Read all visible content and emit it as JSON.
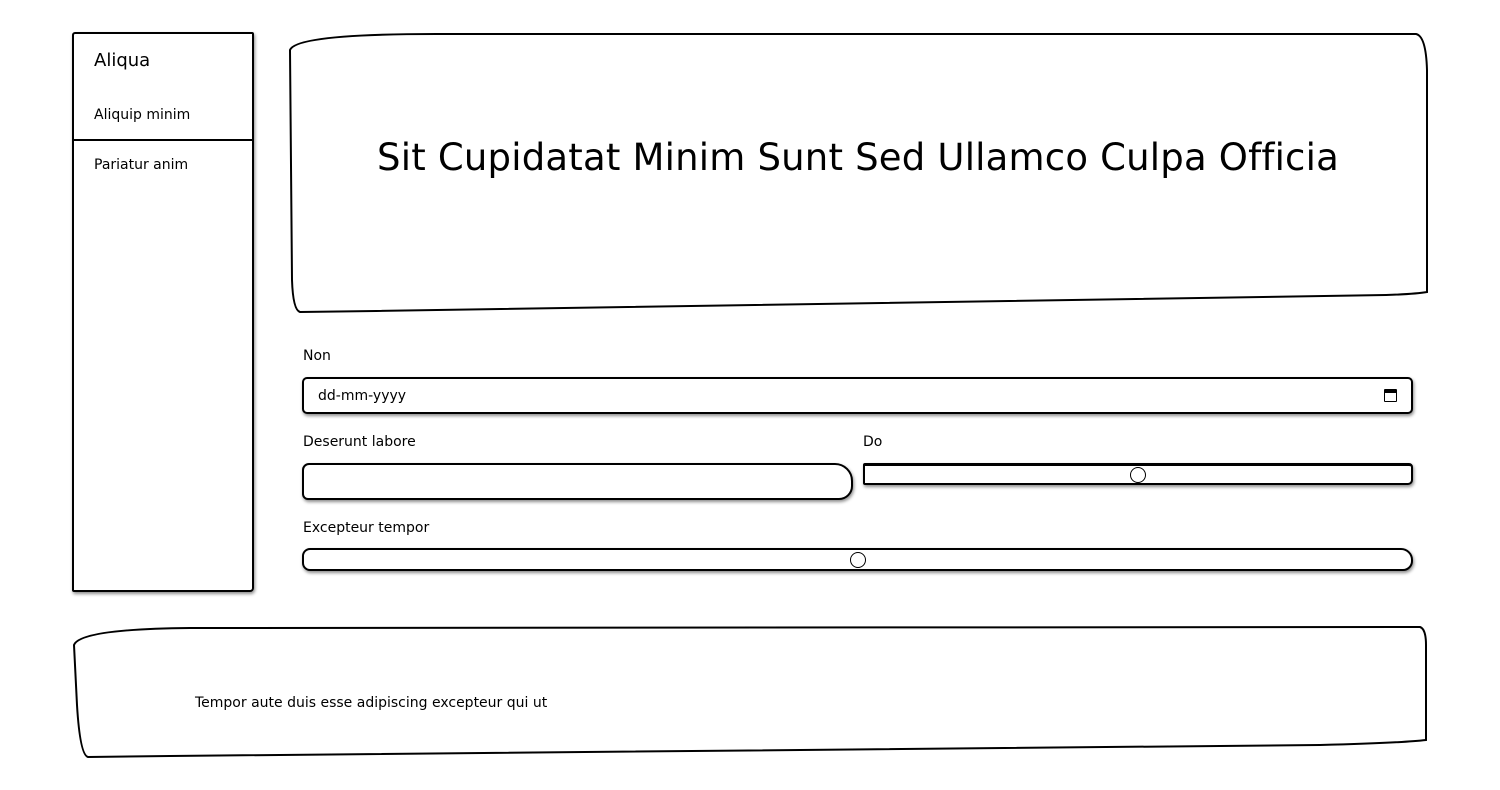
{
  "sidebar": {
    "title": "Aliqua",
    "items": [
      {
        "label": "Aliquip minim"
      },
      {
        "label": "Pariatur anim"
      }
    ]
  },
  "hero": {
    "title": "Sit Cupidatat Minim Sunt Sed Ullamco Culpa Officia"
  },
  "form": {
    "date_label": "Non",
    "date_placeholder": "dd-mm-yyyy",
    "text_label": "Deserunt labore",
    "text_value": "",
    "slider_do_label": "Do",
    "slider_do_value": 0.5,
    "slider_exc_label": "Excepteur tempor",
    "slider_exc_value": 0.5
  },
  "footer": {
    "text": "Tempor aute duis esse adipiscing excepteur qui ut"
  },
  "icons": {
    "calendar": "calendar-icon",
    "slider_handle": "slider-handle"
  }
}
